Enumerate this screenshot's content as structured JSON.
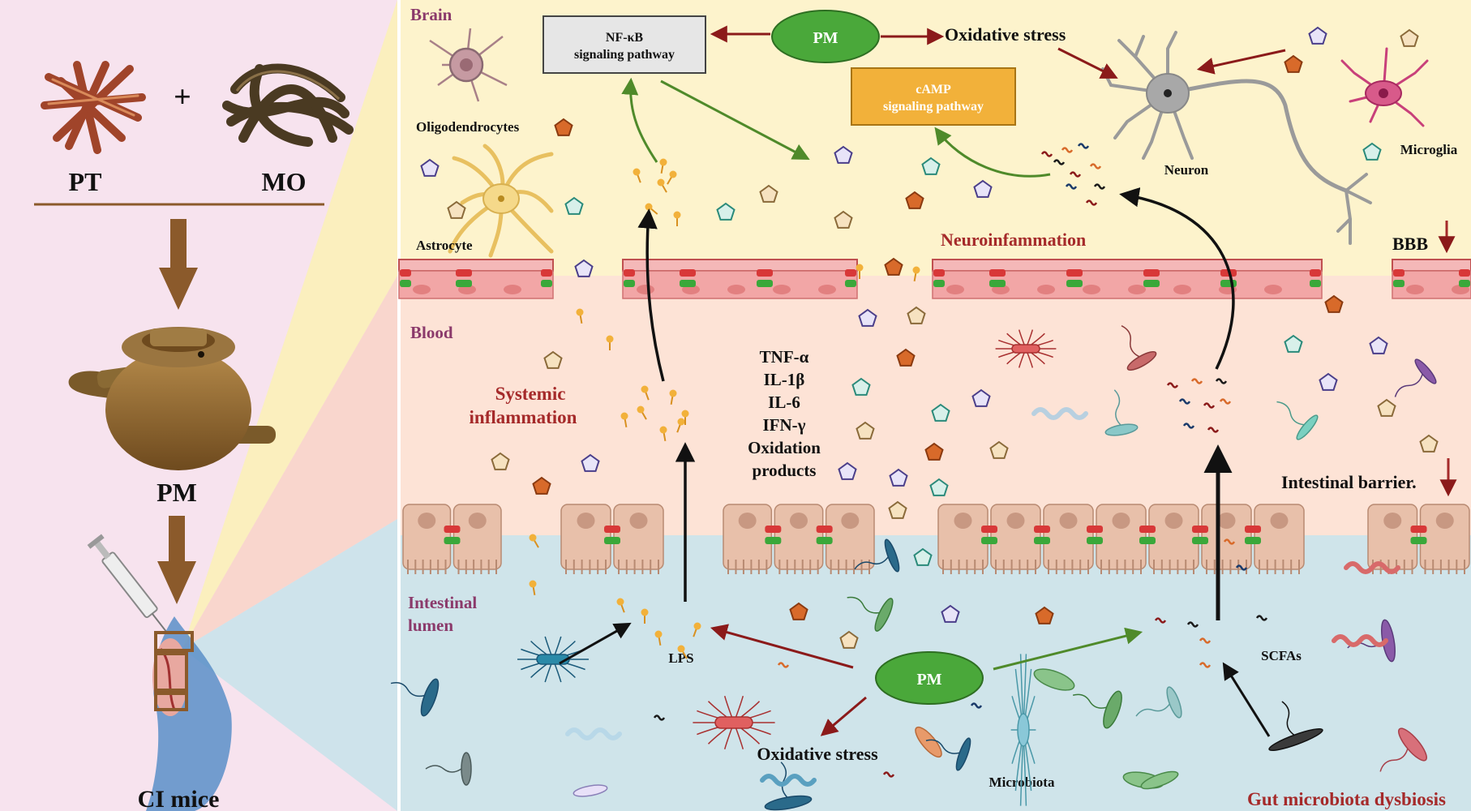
{
  "left_panel": {
    "herb_left": "PT",
    "plus": "+",
    "herb_right": "MO",
    "pot_label": "PM",
    "mice_label": "CI mice"
  },
  "zones": {
    "brain": "Brain",
    "blood": "Blood",
    "lumen_line1": "Intestinal",
    "lumen_line2": "lumen"
  },
  "brain": {
    "nfkb_line1": "NF-κB",
    "nfkb_line2": "signaling pathway",
    "pm": "PM",
    "oxidative_stress": "Oxidative stress",
    "camp_line1": "cAMP",
    "camp_line2": "signaling pathway",
    "oligodendrocytes": "Oligodendrocytes",
    "astrocyte": "Astrocyte",
    "neuron": "Neuron",
    "microglia": "Microglia",
    "neuroinflammation": "Neuroinfammation",
    "bbb": "BBB"
  },
  "blood": {
    "systemic_line1": "Systemic",
    "systemic_line2": "inflammation",
    "cytokines": [
      "TNF-α",
      "IL-1β",
      "IL-6",
      "IFN-γ",
      "Oxidation",
      "products"
    ],
    "intestinal_barrier": "Intestinal barrier."
  },
  "gut": {
    "lps": "LPS",
    "pm": "PM",
    "oxidative_stress": "Oxidative stress",
    "microbiota": "Microbiota",
    "scfas": "SCFAs",
    "dysbiosis": "Gut microbiota dysbiosis"
  },
  "colors": {
    "left_bg": "#f7e3ee",
    "brain_bg": "#fdf3cc",
    "blood_bg": "#fde3d6",
    "lumen_bg": "#cfe4ea",
    "pm_green": "#4aa83a",
    "camp_orange": "#f2b13a",
    "dark_red": "#8b1a1a",
    "label_red": "#a52a2a",
    "zone_purple": "#8b3a6b",
    "green_arrow": "#4f8a2a"
  }
}
